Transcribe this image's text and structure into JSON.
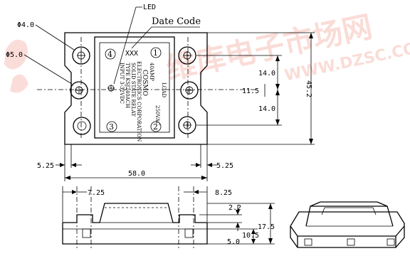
{
  "labels": {
    "led": "LED",
    "date_code": "Date Code",
    "hole_small": "Φ4.0",
    "hole_large": "Φ5.0",
    "xxx": "XXX"
  },
  "dimensions": {
    "width": "58.0",
    "height": "45.2",
    "pitch_top": "14.0",
    "pitch_bottom": "14.0",
    "center": "11.5",
    "offset_left": "5.25",
    "offset_right": "5.25",
    "side_left": "7.25",
    "side_right": "8.25",
    "step": "2.2",
    "total_h": "17.5",
    "mid_h": "10.5",
    "base_h": "5.0"
  },
  "relay": {
    "lines": [
      "COSMO",
      "ELECTRONICS CORPORATION",
      "SOLID STATE RELAY",
      "TYPE KSJ240ACH",
      "INPUT 3-32VDC"
    ],
    "amp": "40AMP",
    "voltage": "250VAC",
    "load": "LOAD",
    "pins": [
      "1",
      "2",
      "3",
      "4"
    ]
  },
  "watermark": {
    "text": "维库电子市场网",
    "url": "WWW.DZSC.COM",
    "color": "#e2341b"
  }
}
